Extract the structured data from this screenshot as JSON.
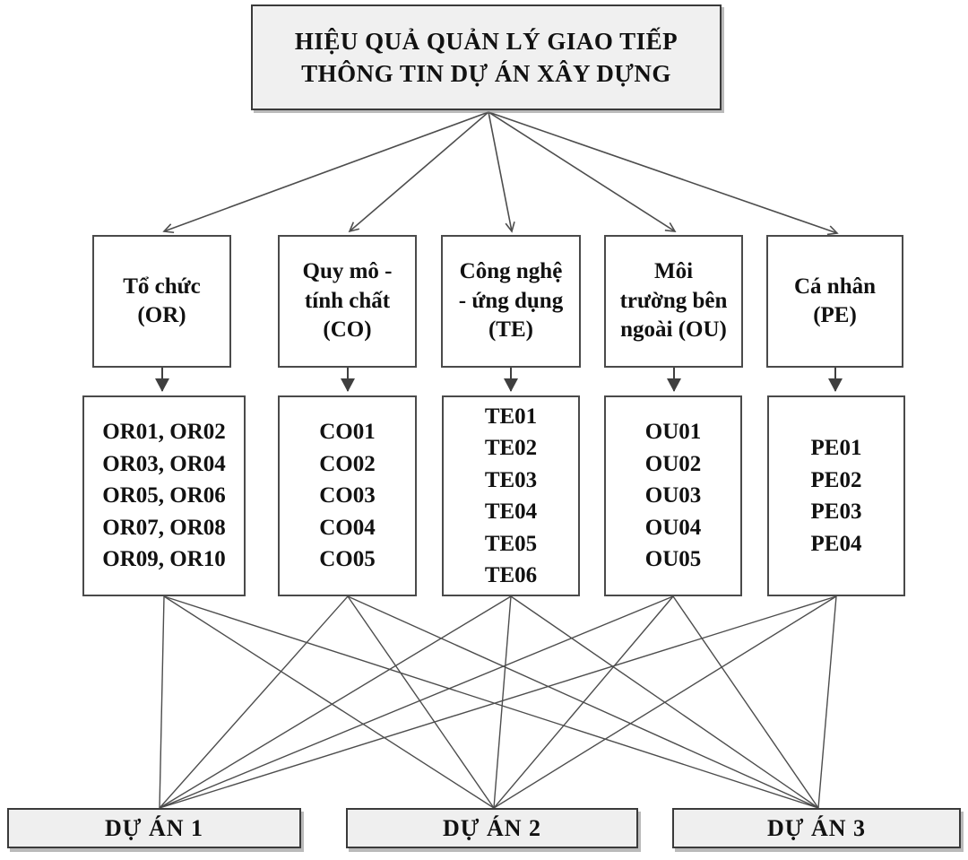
{
  "diagram": {
    "title": "HIỆU QUẢ QUẢN LÝ GIAO TIẾP\nTHÔNG TIN DỰ ÁN XÂY DỰNG",
    "factors": [
      {
        "label": "Tổ chức\n(OR)",
        "code": "OR",
        "items": "OR01, OR02\nOR03, OR04\nOR05, OR06\nOR07, OR08\nOR09, OR10"
      },
      {
        "label": "Quy mô -\ntính chất\n(CO)",
        "code": "CO",
        "items": "CO01\nCO02\nCO03\nCO04\nCO05"
      },
      {
        "label": "Công nghệ\n- ứng dụng\n(TE)",
        "code": "TE",
        "items": "TE01\nTE02\nTE03\nTE04\nTE05\nTE06"
      },
      {
        "label": "Môi\ntrường bên\nngoài (OU)",
        "code": "OU",
        "items": "OU01\nOU02\nOU03\nOU04\nOU05"
      },
      {
        "label": "Cá nhân\n(PE)",
        "code": "PE",
        "items": "PE01\nPE02\nPE03\nPE04"
      }
    ],
    "projects": [
      "DỰ ÁN 1",
      "DỰ ÁN 2",
      "DỰ ÁN 3"
    ],
    "colors": {
      "line": "#4d4d4d",
      "border": "#3f3f3f",
      "shaded_fill": "#f0f0f0",
      "box_fill": "#ffffff",
      "text": "#111111"
    }
  }
}
